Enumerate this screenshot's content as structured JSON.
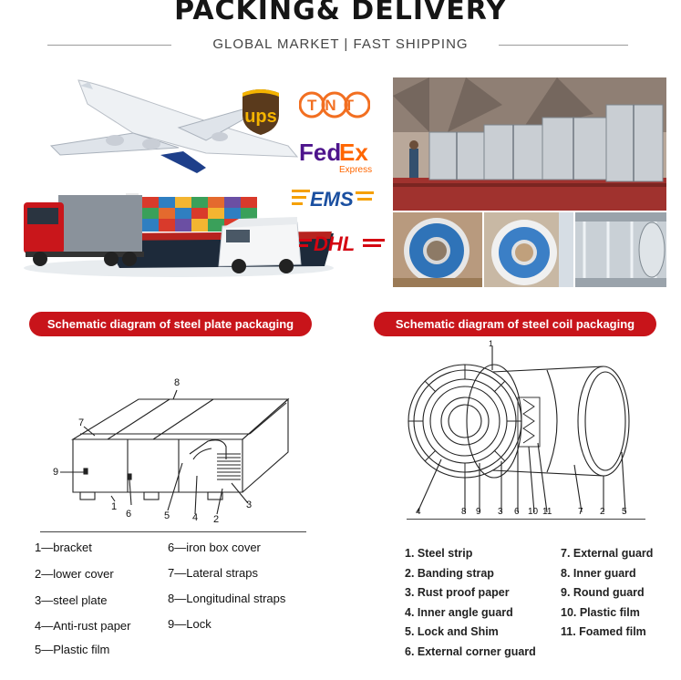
{
  "header": {
    "title": "PACKING& DELIVERY",
    "subtitle": "GLOBAL MARKET |  FAST SHIPPING"
  },
  "logos": {
    "ups": "ups",
    "tnt": "TNT",
    "fedex_fed": "Fed",
    "fedex_ex": "Ex",
    "fedex_express": "Express",
    "ems": "EMS",
    "dhl": "DHL"
  },
  "colors": {
    "accent_red": "#c8141a",
    "ups_brown": "#5a3a1c",
    "ups_gold": "#f5b400",
    "tnt_orange": "#f26f21",
    "fedex_purple": "#4d148c",
    "fedex_orange": "#ff6600",
    "ems_blue": "#1a4fa0",
    "dhl_red": "#d40511"
  },
  "plate_section": {
    "heading": "Schematic diagram of steel plate packaging",
    "callouts": [
      "8",
      "7",
      "9",
      "1",
      "6",
      "5",
      "4",
      "2",
      "3"
    ],
    "legend_left": [
      "1—bracket",
      "2—lower cover",
      "3—steel plate",
      "4—Anti-rust paper",
      "5—Plastic film"
    ],
    "legend_right": [
      "6—iron box cover",
      "7—Lateral straps",
      "8—Longitudinal straps",
      "9—Lock"
    ]
  },
  "coil_section": {
    "heading": "Schematic diagram of steel coil packaging",
    "callouts": [
      "1",
      "4",
      "8",
      "9",
      "3",
      "6",
      "10",
      "11",
      "7",
      "2",
      "5"
    ],
    "legend_left": [
      "1. Steel strip",
      "2. Banding strap",
      "3. Rust proof paper",
      "4. Inner angle guard",
      "5. Lock and Shim",
      "6. External corner guard"
    ],
    "legend_right": [
      "7. External guard",
      "8. Inner guard",
      "9. Round guard",
      "10. Plastic film",
      "11. Foamed film"
    ]
  }
}
